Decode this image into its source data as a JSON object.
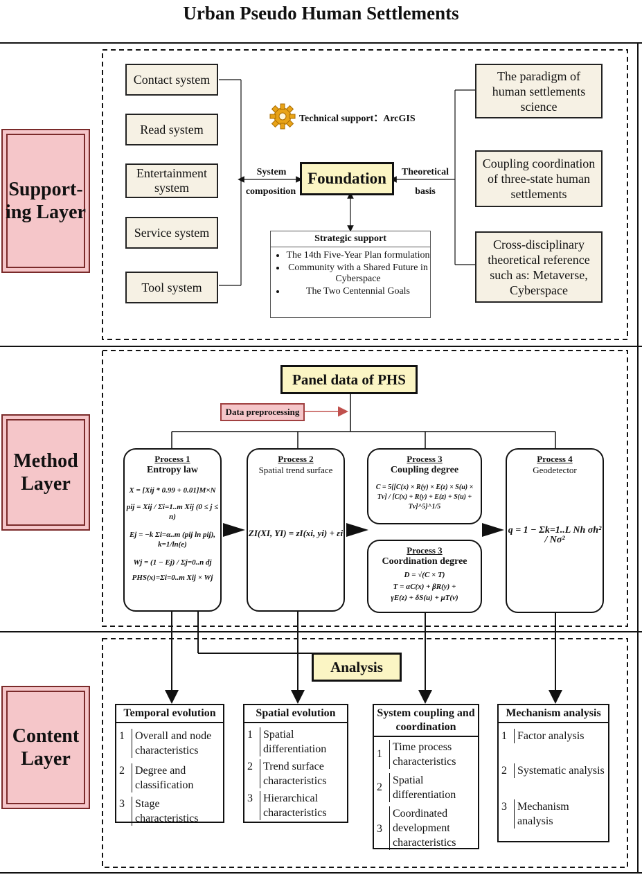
{
  "title": "Urban Pseudo Human Settlements",
  "layers": {
    "supporting": "Support-ing Layer",
    "method": "Method Layer",
    "content": "Content Layer"
  },
  "supporting": {
    "systems": [
      "Contact system",
      "Read system",
      "Entertainment system",
      "Service system",
      "Tool system"
    ],
    "system_label_1": "System",
    "system_label_2": "composition",
    "technical_support": "Technical support：ArcGIS",
    "foundation": "Foundation",
    "theoretical_label_1": "Theoretical",
    "theoretical_label_2": "basis",
    "theories": [
      "The paradigm of human settlements science",
      "Coupling coordination of three-state human settlements",
      "Cross-disciplinary theoretical reference such as: Metaverse, Cyberspace"
    ],
    "strategic_title": "Strategic support",
    "strategic_items": [
      "The 14th Five-Year Plan formulation",
      "Community with a Shared Future in Cyberspace",
      "The Two Centennial Goals"
    ]
  },
  "method": {
    "panel": "Panel data of PHS",
    "preprocessing": "Data preprocessing",
    "processes": [
      {
        "head": "Process 1",
        "name": "Entropy law",
        "formulas": [
          "X = [Xij * 0.99 + 0.01]M×N",
          "pij = Xij / Σi=1..m Xij  (0 ≤ j ≤ n)",
          "Ej = −k Σi=α..m (pij ln pij), k=1/ln(e)",
          "Wj = (1 − Ej) / Σj=0..n dj",
          "PHS(x)=Σi=0..m Xij × Wj"
        ]
      },
      {
        "head": "Process 2",
        "name": "Spatial trend surface",
        "formulas": [
          "ZI(XI, YI) = zI(xi, yi) + εi"
        ]
      },
      {
        "head": "Process 3",
        "name": "Coupling degree",
        "formulas": [
          "C = 5{[C(x) × R(y) × E(z) × S(u) × Tv] / [C(x) + R(y) + E(z) + S(u) + Tv]^5}^1/5"
        ]
      },
      {
        "head": "Process 3",
        "name": "Coordination degree",
        "formulas": [
          "D = √(C × T)",
          "T = αC(x) + βR(y) +",
          "γE(z) + δS(u) + μT(v)"
        ]
      },
      {
        "head": "Process 4",
        "name": "Geodetector",
        "formulas": [
          "q = 1 − Σk=1..L Nh σh² / Nσ²"
        ]
      }
    ]
  },
  "content": {
    "analysis": "Analysis",
    "boxes": [
      {
        "title": "Temporal evolution",
        "items": [
          "Overall and node characteristics",
          "Degree and classification",
          "Stage characteristics"
        ]
      },
      {
        "title": "Spatial evolution",
        "items": [
          "Spatial differentiation",
          "Trend surface characteristics",
          "Hierarchical characteristics"
        ]
      },
      {
        "title": "System coupling and coordination",
        "items": [
          "Time process characteristics",
          "Spatial differentiation",
          "Coordinated development characteristics"
        ]
      },
      {
        "title": "Mechanism analysis",
        "items": [
          "Factor analysis",
          "Systematic analysis",
          "Mechanism analysis"
        ]
      }
    ],
    "numbers": [
      "1",
      "2",
      "3"
    ]
  },
  "colors": {
    "layer_fill": "#f5c6c9",
    "box_fill": "#f6f1e4",
    "highlight_fill": "#fbf5c4",
    "preprocess_arrow": "#c0504d"
  }
}
